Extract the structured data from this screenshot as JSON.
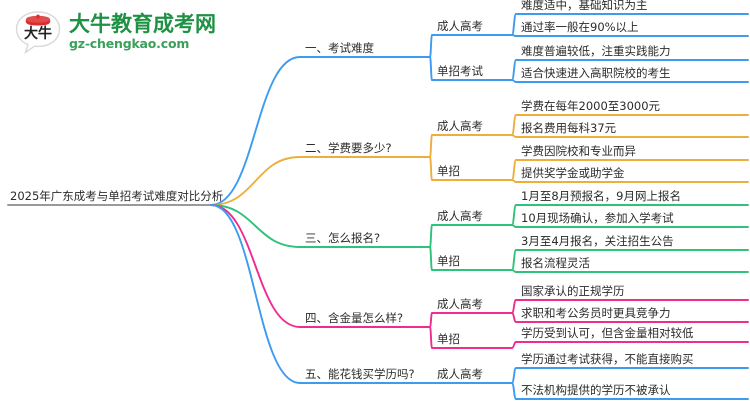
{
  "logo": {
    "mark_name": "daniu-speech-bubble-logo",
    "title": "大牛教育成考网",
    "subtitle": "gz-chengkao.com",
    "mark_chars": "大牛",
    "brand_green": "#1e9144",
    "brand_red": "#d62f2f"
  },
  "mindmap": {
    "root": "2025年广东成考与单招考试难度对比分析",
    "branches": [
      {
        "label": "一、考试难度",
        "color": "#3d9bf0",
        "children": [
          {
            "label": "成人高考",
            "leaves": [
              "难度适中，基础知识为主",
              "通过率一般在90%以上"
            ]
          },
          {
            "label": "单招考试",
            "leaves": [
              "难度普遍较低，注重实践能力",
              "适合快速进入高职院校的考生"
            ]
          }
        ]
      },
      {
        "label": "二、学费要多少?",
        "color": "#edae3c",
        "children": [
          {
            "label": "成人高考",
            "leaves": [
              "学费在每年2000至3000元",
              "报名费用每科37元"
            ]
          },
          {
            "label": "单招",
            "leaves": [
              "学费因院校和专业而异",
              "提供奖学金或助学金"
            ]
          }
        ]
      },
      {
        "label": "三、怎么报名?",
        "color": "#2fc27a",
        "children": [
          {
            "label": "成人高考",
            "leaves": [
              "1月至8月预报名，9月网上报名",
              "10月现场确认，参加入学考试"
            ]
          },
          {
            "label": "单招",
            "leaves": [
              "3月至4月报名，关注招生公告",
              "报名流程灵活"
            ]
          }
        ]
      },
      {
        "label": "四、含金量怎么样?",
        "color": "#ef2d8f",
        "children": [
          {
            "label": "成人高考",
            "leaves": [
              "国家承认的正规学历",
              "求职和考公务员时更具竞争力"
            ]
          },
          {
            "label": "单招",
            "leaves": [
              "学历受到认可，但含金量相对较低"
            ]
          }
        ]
      },
      {
        "label": "五、能花钱买学历吗?",
        "color": "#3d9bf0",
        "children": [
          {
            "label": "成人高考",
            "leaves": [
              "学历通过考试获得，不能直接购买",
              "不法机构提供的学历不被承认"
            ]
          }
        ]
      }
    ]
  }
}
